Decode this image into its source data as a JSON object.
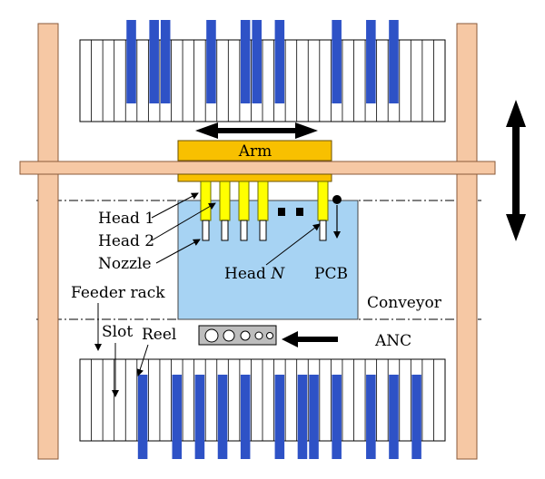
{
  "labels": {
    "arm": "Arm",
    "head1": "Head 1",
    "head2": "Head 2",
    "nozzle": "Nozzle",
    "headN_prefix": "Head ",
    "headN_suffix": "N",
    "pcb": "PCB",
    "conveyor": "Conveyor",
    "feeder_rack": "Feeder rack",
    "slot": "Slot",
    "reel": "Reel",
    "anc": "ANC"
  },
  "colors": {
    "frame": "#f6c8a4",
    "frame_stroke": "#8a5a3a",
    "arm": "#f8c000",
    "head": "#ffff00",
    "pcb": "#a7d3f3",
    "reel": "#2e52c6",
    "anc_box": "#bdbdbd"
  },
  "top_feeder": {
    "slots": 32,
    "reel_slots": [
      4,
      6,
      7,
      11,
      14,
      15,
      17,
      22,
      25,
      27
    ]
  },
  "bottom_feeder": {
    "slots": 32,
    "reel_slots": [
      5,
      8,
      10,
      12,
      14,
      17,
      19,
      20,
      22,
      25,
      27,
      29
    ]
  },
  "anc_nozzles": 5
}
